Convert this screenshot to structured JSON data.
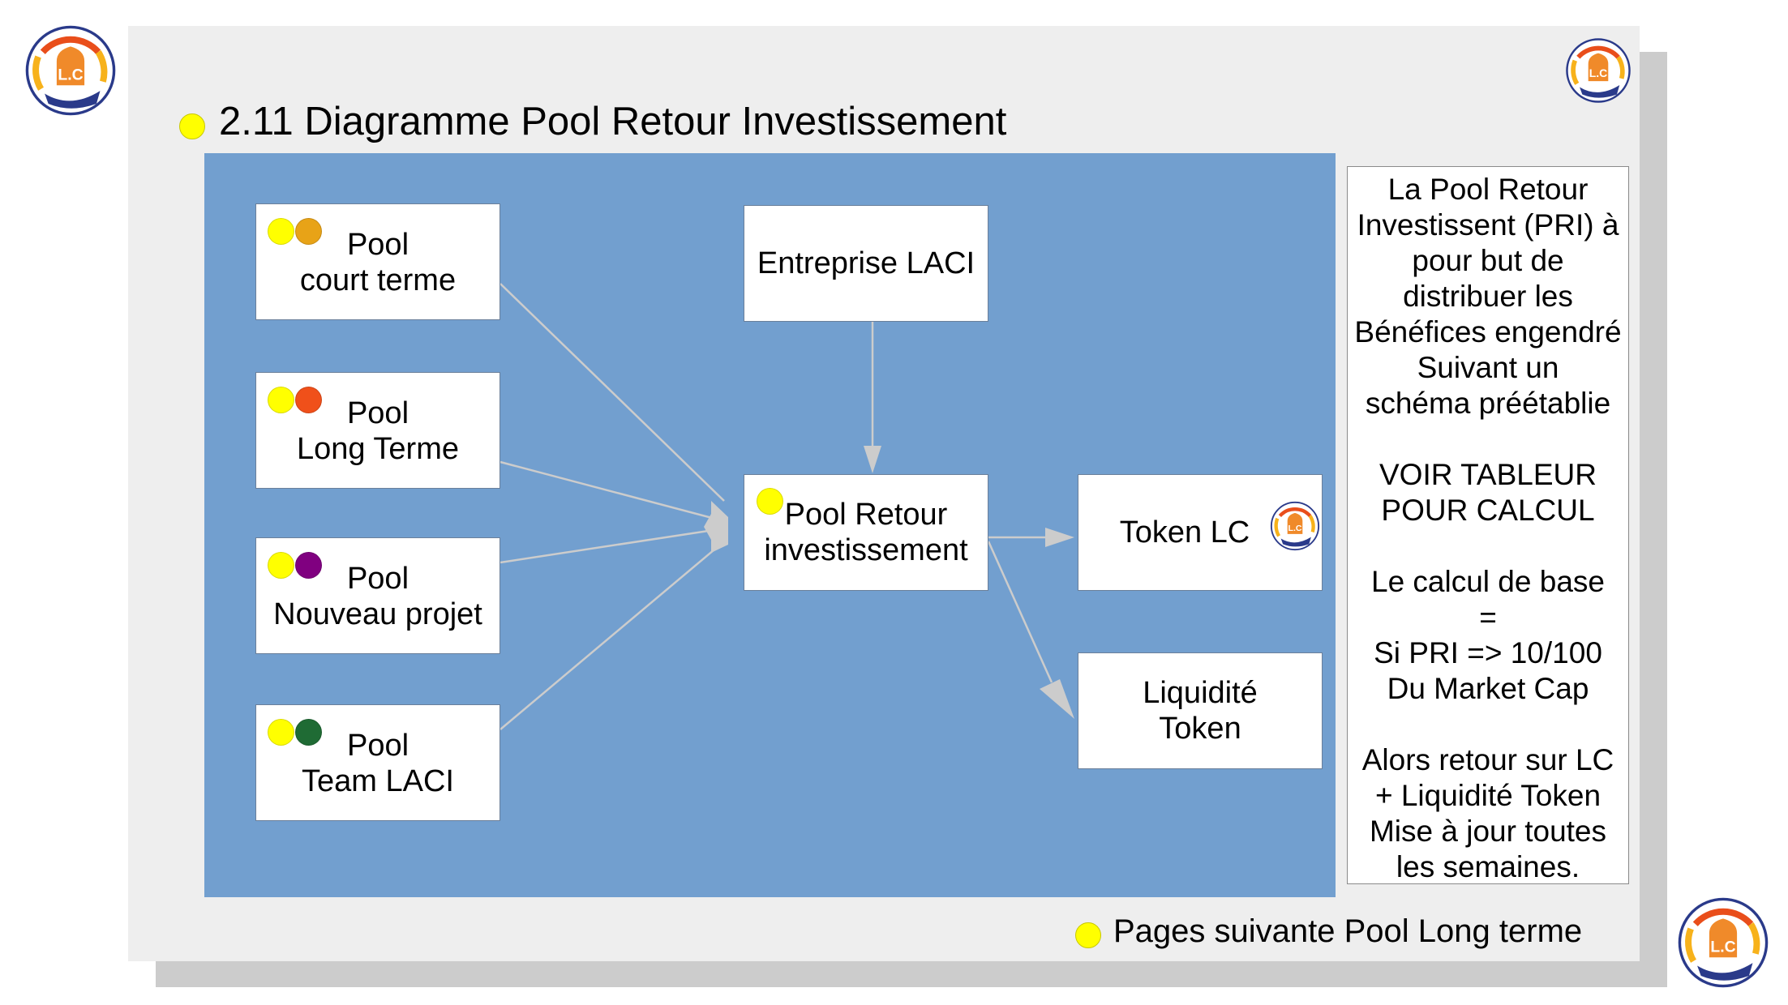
{
  "title": "2.11 Diagramme Pool Retour Investissement",
  "footer_text": "Pages suivante Pool Long terme",
  "logo_text": "L.C",
  "colors": {
    "slide_bg": "#eeeeee",
    "diagram_bg": "#729fcf",
    "yellow": "#ffff00",
    "orange": "#e8a317",
    "red_orange": "#f0501a",
    "purple": "#800080",
    "dark_green": "#1f6b34",
    "arrow": "#cccccc"
  },
  "pools": [
    {
      "line1": "Pool",
      "line2": "court terme",
      "dot_colors": [
        "#ffff00",
        "#e8a317"
      ]
    },
    {
      "line1": "Pool",
      "line2": "Long Terme",
      "dot_colors": [
        "#ffff00",
        "#f0501a"
      ]
    },
    {
      "line1": "Pool",
      "line2": "Nouveau projet",
      "dot_colors": [
        "#ffff00",
        "#800080"
      ]
    },
    {
      "line1": "Pool",
      "line2": "Team LACI",
      "dot_colors": [
        "#ffff00",
        "#1f6b34"
      ]
    }
  ],
  "company": {
    "label": "Entreprise LACI"
  },
  "center": {
    "line1": "Pool Retour",
    "line2": "investissement"
  },
  "token": {
    "label": "Token LC"
  },
  "liquidity": {
    "line1": "Liquidité",
    "line2": "Token"
  },
  "note_paragraphs": [
    [
      "La Pool Retour",
      "Investissent (PRI) à",
      "pour but de",
      "distribuer les",
      "Bénéfices engendré",
      "Suivant un",
      "schéma préétablie"
    ],
    [
      "VOIR TABLEUR",
      "POUR CALCUL"
    ],
    [
      "Le calcul de base",
      "=",
      "Si PRI => 10/100",
      "Du Market Cap"
    ],
    [
      "Alors retour sur LC",
      "+ Liquidité Token",
      "Mise à jour toutes",
      "les semaines."
    ]
  ]
}
